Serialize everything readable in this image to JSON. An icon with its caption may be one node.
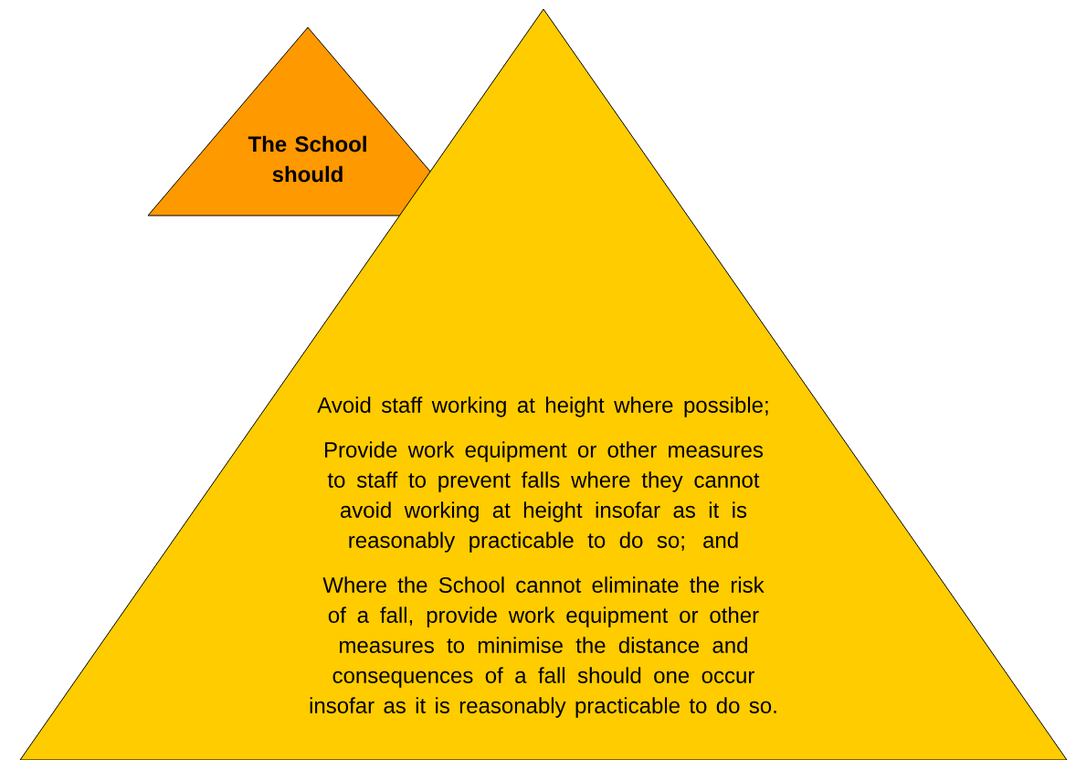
{
  "diagram": {
    "nodes": [
      {
        "text": [
          "The School should"
        ]
      },
      {
        "text": [
          "Avoid staff working at height where possible;",
          "Provide work equipment or other measures to staff to prevent falls where they cannot avoid working at height insofar as it is reasonably practicable to do so; and",
          "Where the School cannot eliminate the risk of a fall, provide work equipment or other measures to minimise the distance and consequences of a fall should one occur insofar as it is reasonably practicable to do so."
        ]
      }
    ]
  }
}
